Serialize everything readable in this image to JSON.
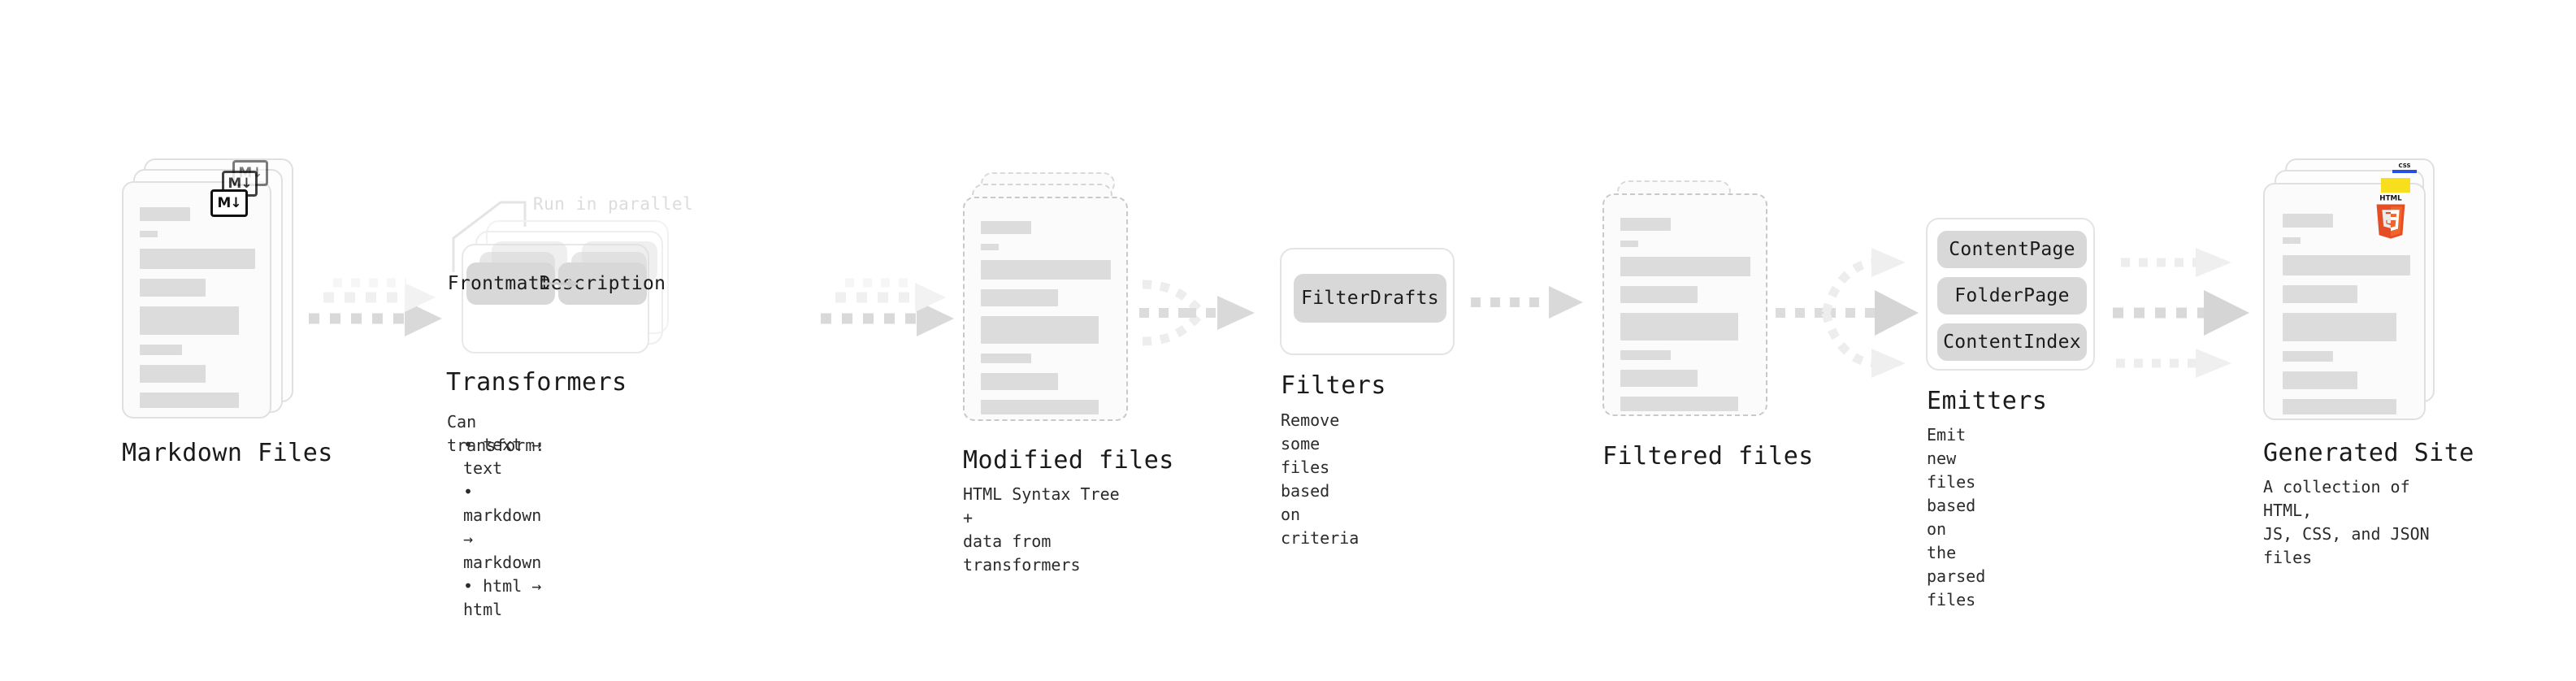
{
  "diagram": {
    "kind": "pipeline-flow",
    "background": "#ffffff",
    "accent_gray": "#d8d8d8",
    "badge_colors": {
      "js": "#f7df1e",
      "css": "#264de4",
      "html5": "#e44d26"
    }
  },
  "stages": [
    {
      "id": "markdown-files",
      "title": "Markdown Files",
      "description": "",
      "visual": "card-stack-solid",
      "badge": "markdown-badge",
      "badge_label": "M↓"
    },
    {
      "id": "transformers",
      "title": "Transformers",
      "description": "Can transform:",
      "annotation": "Run in parallel",
      "bullets": [
        "text → text",
        "markdown → markdown",
        "html → html"
      ],
      "chips": [
        "Frontmatter",
        "Description"
      ],
      "visual": "stacked-process-box"
    },
    {
      "id": "modified-files",
      "title": "Modified files",
      "description": "HTML Syntax Tree +\ndata from transformers",
      "visual": "card-stack-dashed"
    },
    {
      "id": "filters",
      "title": "Filters",
      "description": "Remove some files based\non criteria",
      "chips": [
        "FilterDrafts"
      ],
      "visual": "process-box"
    },
    {
      "id": "filtered-files",
      "title": "Filtered files",
      "description": "",
      "visual": "card-stack-dashed"
    },
    {
      "id": "emitters",
      "title": "Emitters",
      "description": "Emit new files based on\nthe parsed files",
      "chips": [
        "ContentPage",
        "FolderPage",
        "ContentIndex"
      ],
      "visual": "process-box"
    },
    {
      "id": "generated-site",
      "title": "Generated Site",
      "description": "A collection of HTML,\nJS, CSS, and JSON files",
      "visual": "card-stack-solid",
      "badges": [
        "css-badge",
        "js-badge",
        "html5-badge"
      ],
      "html5_label": "HTML",
      "html5_number": "5",
      "css_label": "CSS"
    }
  ],
  "connectors": [
    {
      "from": "markdown-files",
      "to": "transformers",
      "style": "dotted-arrow"
    },
    {
      "from": "transformers",
      "to": "modified-files",
      "style": "dotted-arrow"
    },
    {
      "from": "modified-files",
      "to": "filters",
      "style": "dotted-arrow-fanin"
    },
    {
      "from": "filters",
      "to": "filtered-files",
      "style": "dotted-arrow"
    },
    {
      "from": "filtered-files",
      "to": "emitters",
      "style": "dotted-arrow-fanout"
    },
    {
      "from": "emitters",
      "to": "generated-site",
      "style": "dotted-arrow-triple"
    }
  ]
}
